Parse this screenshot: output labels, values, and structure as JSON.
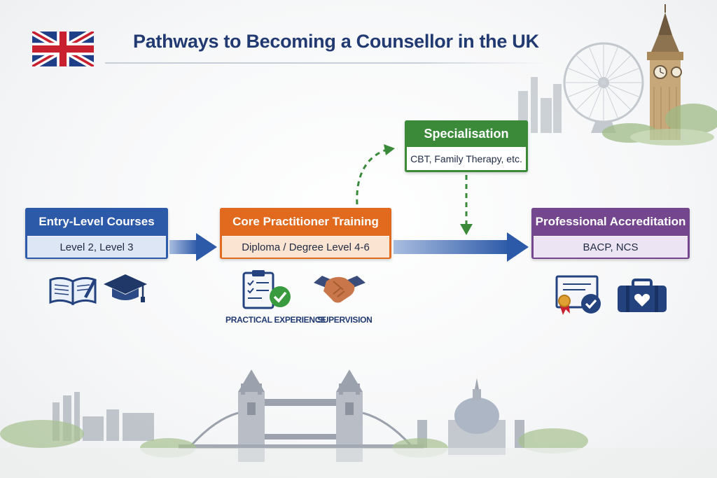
{
  "header": {
    "title": "Pathways to Becoming a Counsellor in the UK",
    "flag_icon": "union-jack-flag-icon"
  },
  "stages": {
    "entry": {
      "title": "Entry-Level Courses",
      "detail": "Level 2, Level 3",
      "color": "#2d5aa8"
    },
    "core": {
      "title": "Core Practitioner Training",
      "detail": "Diploma / Degree Level 4-6",
      "color": "#e16a1e"
    },
    "specialisation": {
      "title": "Specialisation",
      "detail": "CBT, Family Therapy, etc.",
      "color": "#3a8a3a"
    },
    "accreditation": {
      "title": "Professional Accreditation",
      "detail": "BACP, NCS",
      "color": "#74468e"
    }
  },
  "icons": {
    "entry": [
      "open-book-icon",
      "graduation-cap-icon"
    ],
    "core": [
      "clipboard-check-icon",
      "handshake-icon"
    ],
    "accreditation": [
      "certificate-icon",
      "briefcase-heart-icon"
    ]
  },
  "captions": {
    "practical": "PRACTICAL EXPERIENCE",
    "supervision": "SUPERVISION"
  },
  "colors": {
    "title": "#213a72",
    "arrow": "#2d5aa8",
    "dashed_arrow": "#3a8a3a"
  }
}
